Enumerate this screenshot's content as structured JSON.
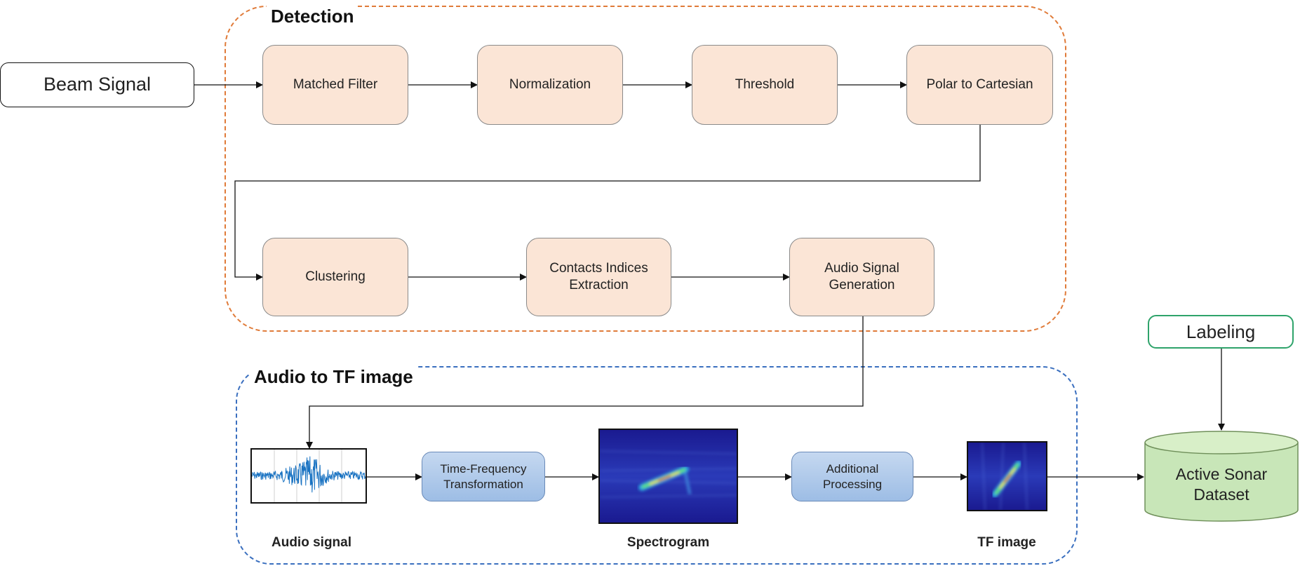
{
  "beam_signal": "Beam Signal",
  "detection": {
    "title": "Detection",
    "matched_filter": "Matched Filter",
    "normalization": "Normalization",
    "threshold": "Threshold",
    "polar_to_cartesian": "Polar to Cartesian",
    "clustering": "Clustering",
    "contacts_indices": "Contacts Indices\nExtraction",
    "audio_signal_generation": "Audio Signal\nGeneration"
  },
  "audio_to_tf": {
    "title": "Audio to TF image",
    "tf_transformation": "Time-Frequency\nTransformation",
    "additional_processing": "Additional\nProcessing",
    "audio_caption": "Audio signal",
    "spectrogram_caption": "Spectrogram",
    "tf_caption": "TF image"
  },
  "labeling": "Labeling",
  "dataset": "Active Sonar\nDataset",
  "colors": {
    "detection_border": "#e07b39",
    "tf_border": "#3a6fbf",
    "detection_fill": "#fbe5d6",
    "blue_fill": "#9dbde5",
    "dataset_fill": "#c8e6b8",
    "dataset_border": "#6f8f5a",
    "labeling_border": "#2ea36a",
    "waveform": "#1a73c2",
    "spectrogram_bg": "#1f1fa0"
  }
}
